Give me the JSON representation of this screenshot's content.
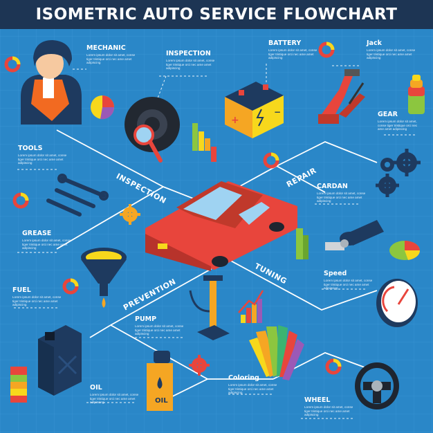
{
  "title": "ISOMETRIC AUTO SERVICE FLOWCHART",
  "paths": {
    "inspection": "INSPECTION",
    "repair": "REPAIR",
    "tuning": "TUNING",
    "prevention": "PREVENTION"
  },
  "nodes": {
    "mechanic": {
      "label": "MECHANIC",
      "text": "Lorem ipsum dolor sit amet, conse tiger tristique orci nec ame amet adipiscing"
    },
    "inspection": {
      "label": "INSPECTION",
      "text": "Lorem ipsum dolor sit amet, conse tiger tristique orci nec ame amet adipiscing"
    },
    "battery": {
      "label": "BATTERY",
      "text": "Lorem ipsum dolor sit amet, conse tiger tristique orci nec ame amet adipiscing"
    },
    "jack": {
      "label": "Jack",
      "text": "Lorem ipsum dolor sit amet, conse tiger tristique orci nec ame amet adipiscing"
    },
    "gear": {
      "label": "GEAR",
      "text": "Lorem ipsum dolor sit amet, conse tiger tristique orci nec ame amet adipiscing"
    },
    "tools": {
      "label": "TOOLS",
      "text": "Lorem ipsum dolor sit amet, conse tiger tristique orci nec ame amet adipiscing"
    },
    "cardan": {
      "label": "CARDAN",
      "text": "Lorem ipsum dolor sit amet, conse tiger tristique orci nec ame amet adipiscing"
    },
    "grease": {
      "label": "GREASE",
      "text": "Lorem ipsum dolor sit amet, conse tiger tristique orci nec ame amet adipiscing"
    },
    "speed": {
      "label": "Speed",
      "text": "Lorem ipsum dolor sit amet, conse tiger tristique orci nec ame amet adipiscing"
    },
    "fuel": {
      "label": "FUEL",
      "text": "Lorem ipsum dolor sit amet, conse tiger tristique orci nec ame amet adipiscing"
    },
    "pump": {
      "label": "PUMP",
      "text": "Lorem ipsum dolor sit amet, conse tiger tristique orci nec ame amet adipiscing"
    },
    "coloring": {
      "label": "Coloring",
      "text": "Lorem ipsum dolor sit amet, conse tiger tristique orci nec ame amet adipiscing"
    },
    "oil": {
      "label": "OIL",
      "text": "Lorem ipsum dolor sit amet, conse tiger tristique orci nec ame amet adipiscing"
    },
    "wheel": {
      "label": "WHEEL",
      "text": "Lorem ipsum dolor sit amet, conse tiger tristique orci nec ame amet adipiscing"
    }
  },
  "oil_can_text": "OIL",
  "colors": {
    "background": "#2a87c8",
    "header": "#1d3554",
    "car": "#e8453c",
    "accent_orange": "#f5a623",
    "accent_yellow": "#f7d81c",
    "accent_green": "#8cc63f",
    "dark_navy": "#1e3a5f"
  }
}
